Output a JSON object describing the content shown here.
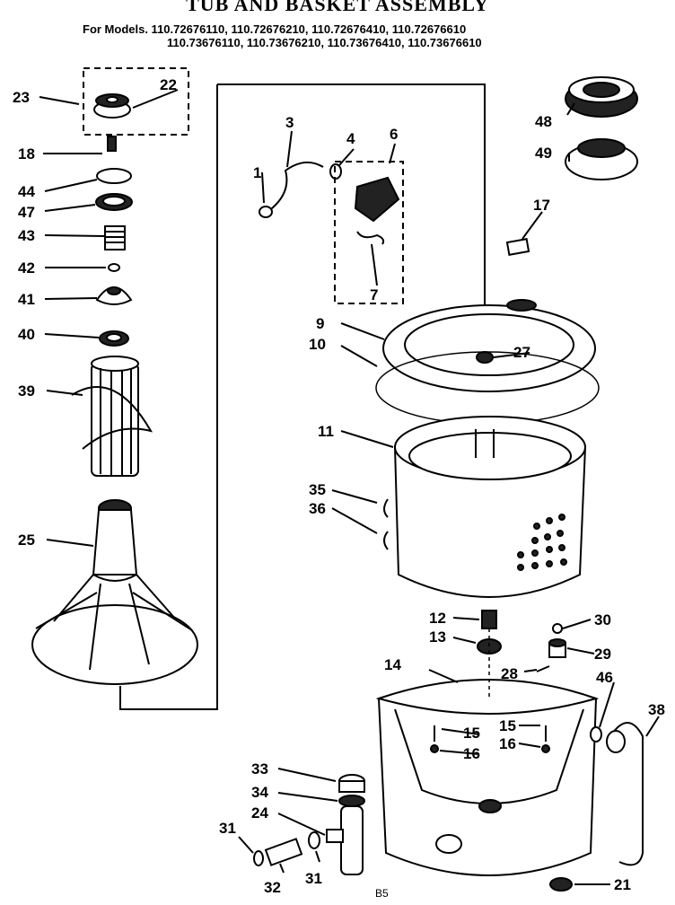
{
  "title": "TUB AND BASKET ASSEMBLY",
  "models_line1": "For Models. 110.72676110, 110.72676210, 110.72676410, 110.72676610",
  "models_line2": "110.73676110, 110.73676210, 110.73676410, 110.73676610",
  "code": "B5",
  "labels": {
    "l23": "23",
    "l22": "22",
    "l18": "18",
    "l44": "44",
    "l47": "47",
    "l43": "43",
    "l42": "42",
    "l41": "41",
    "l40": "40",
    "l39": "39",
    "l25": "25",
    "l3": "3",
    "l4": "4",
    "l6": "6",
    "l1": "1",
    "l7": "7",
    "l17": "17",
    "l48": "48",
    "l49": "49",
    "l9": "9",
    "l10": "10",
    "l27": "27",
    "l11": "11",
    "l35": "35",
    "l36": "36",
    "l12": "12",
    "l13": "13",
    "l30": "30",
    "l29": "29",
    "l14": "14",
    "l28": "28",
    "l46": "46",
    "l38": "38",
    "l15a": "15",
    "l16a": "16",
    "l15b": "15",
    "l16b": "16",
    "l33": "33",
    "l34": "34",
    "l24": "24",
    "l31a": "31",
    "l31b": "31",
    "l32": "32",
    "l21": "21"
  }
}
